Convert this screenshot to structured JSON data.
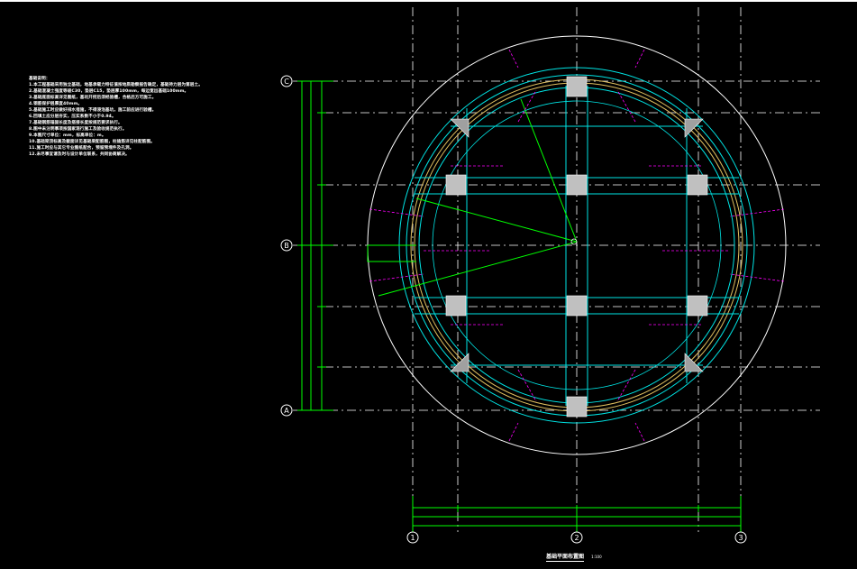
{
  "drawing": {
    "title": "基础平面布置图",
    "scale": "1:100",
    "notes": [
      "基础说明：",
      "1.本工程基础采用独立基础，地基承载力特征值按地质勘察报告确定，基础持力层为第层土。",
      "2.基础混凝土强度等级C30，垫层C15，垫层厚100mm，每边宽出基础100mm。",
      "3.基础底面标高详见图纸，基坑开挖后须经验槽，合格后方可施工。",
      "4.钢筋保护层厚度40mm。",
      "5.基础施工时应做好排水措施，不得浸泡基坑，施工前应进行验槽。",
      "6.回填土应分层夯实，压实系数不小于0.94。",
      "7.基础钢筋锚固长度及搭接长度按规范要求执行。",
      "8.图中未注明事项按国家现行施工及验收规范执行。",
      "9.本图尺寸单位：mm，标高单位：m。",
      "10.基础梁顶标高及截面详见基础梁配筋图，柱插筋详见柱配筋图。",
      "11.施工时应与其它专业图纸配合，预留预埋件及孔洞。",
      "12.未尽事宜请及时与设计单位联系，共同协商解决。"
    ]
  },
  "axes": {
    "rows": [
      "C",
      "B",
      "A"
    ],
    "cols": [
      "1",
      "2",
      "3"
    ]
  },
  "colors": {
    "background": "#000000",
    "grid": "#ffffff",
    "outer_circle": "#ffffff",
    "ring": "#00e5e5",
    "ring_yellow": "#e0c060",
    "beam": "#00e5e5",
    "column": "#c8c8c8",
    "dimension": "#00ff00",
    "section_mark": "#ff00ff",
    "radial": "#00ff00"
  }
}
